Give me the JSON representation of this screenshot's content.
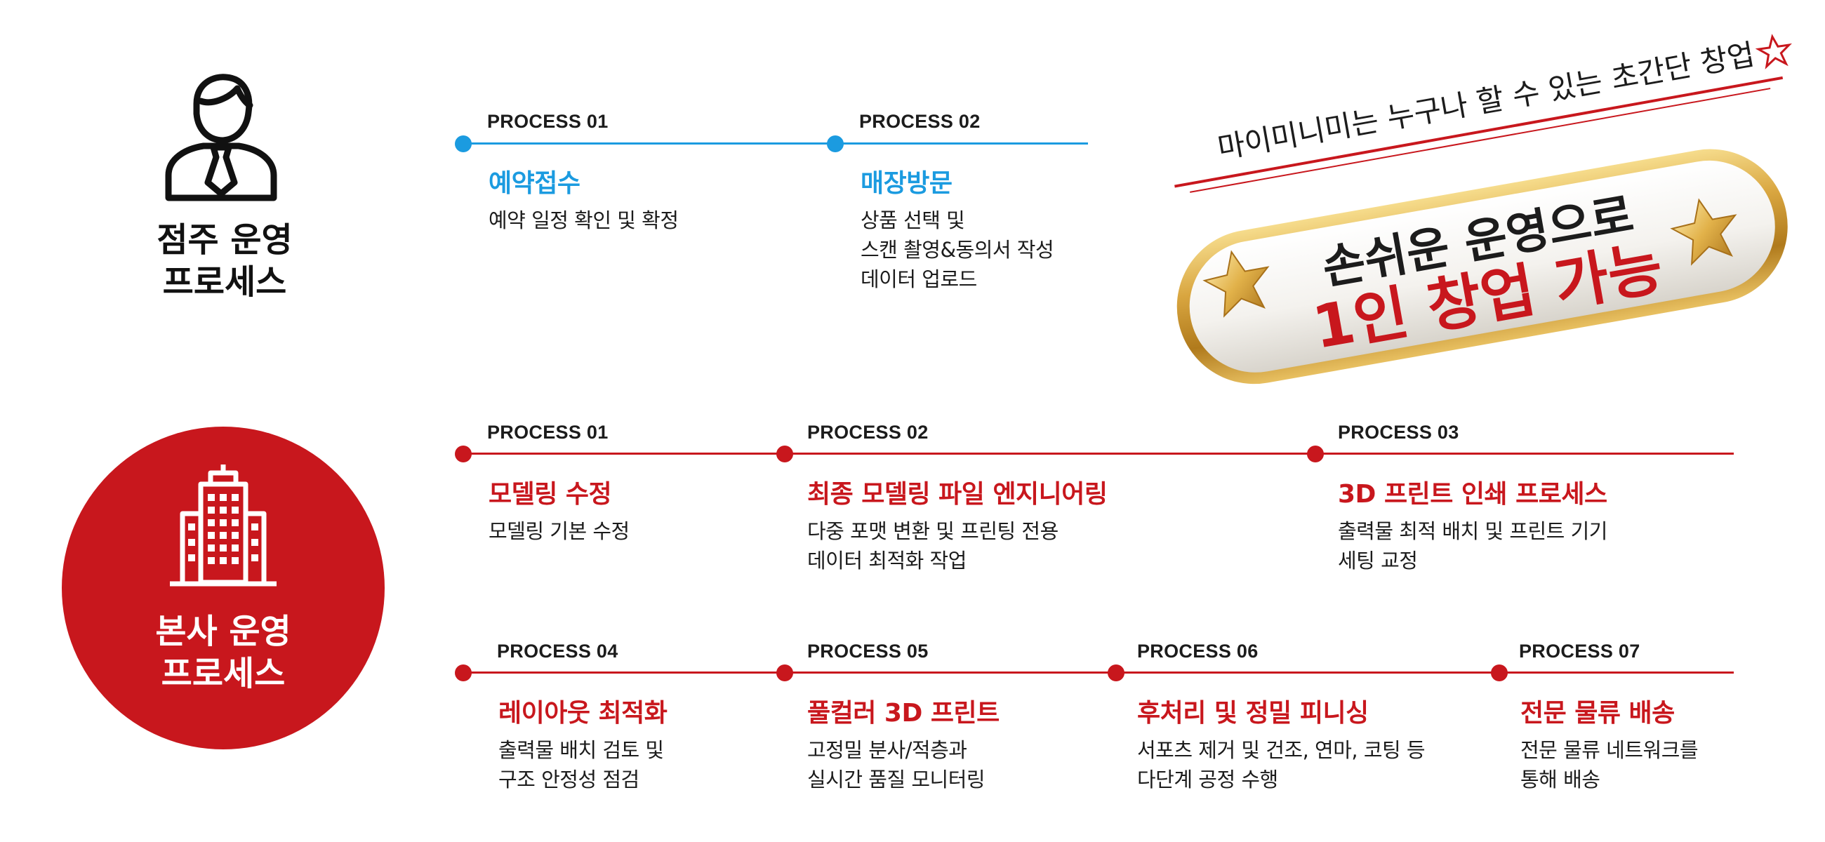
{
  "owner": {
    "title": "점주 운영\n프로세스",
    "steps": [
      {
        "label": "PROCESS 01",
        "title": "예약접수",
        "desc": "예약 일정 확인 및 확정"
      },
      {
        "label": "PROCESS 02",
        "title": "매장방문",
        "desc": "상품 선택 및\n스캔 촬영&동의서 작성\n데이터 업로드"
      }
    ]
  },
  "hq": {
    "title": "본사 운영\n프로세스",
    "row1": [
      {
        "label": "PROCESS 01",
        "title": "모델링 수정",
        "desc": "모델링 기본 수정"
      },
      {
        "label": "PROCESS 02",
        "title": "최종 모델링 파일 엔지니어링",
        "desc": "다중 포맷 변환 및 프린팅 전용\n데이터 최적화 작업"
      },
      {
        "label": "PROCESS 03",
        "title": "3D 프린트 인쇄 프로세스",
        "desc": "출력물 최적 배치 및 프린트 기기\n세팅 교정"
      }
    ],
    "row2": [
      {
        "label": "PROCESS 04",
        "title": "레이아웃 최적화",
        "desc": "출력물 배치 검토 및\n구조 안정성 점검"
      },
      {
        "label": "PROCESS 05",
        "title": "풀컬러 3D 프린트",
        "desc": "고정밀 분사/적층과\n실시간 품질 모니터링"
      },
      {
        "label": "PROCESS 06",
        "title": "후처리 및 정밀 피니싱",
        "desc": "서포츠 제거 및 건조, 연마, 코팅 등\n다단계 공정 수행"
      },
      {
        "label": "PROCESS 07",
        "title": "전문 물류 배송",
        "desc": "전문 물류 네트워크를\n통해 배송"
      }
    ]
  },
  "badge": {
    "tagline": "마이미니미는 누구나 할 수 있는 초간단 창업",
    "line1": "손쉬운 운영으로",
    "line2": "1인 창업 가능"
  },
  "colors": {
    "blue": "#1b9be0",
    "red": "#c8171d",
    "gold": "#d9a640"
  },
  "icons": [
    "person-tie-icon",
    "building-icon",
    "star-icon",
    "star-outline-icon"
  ]
}
